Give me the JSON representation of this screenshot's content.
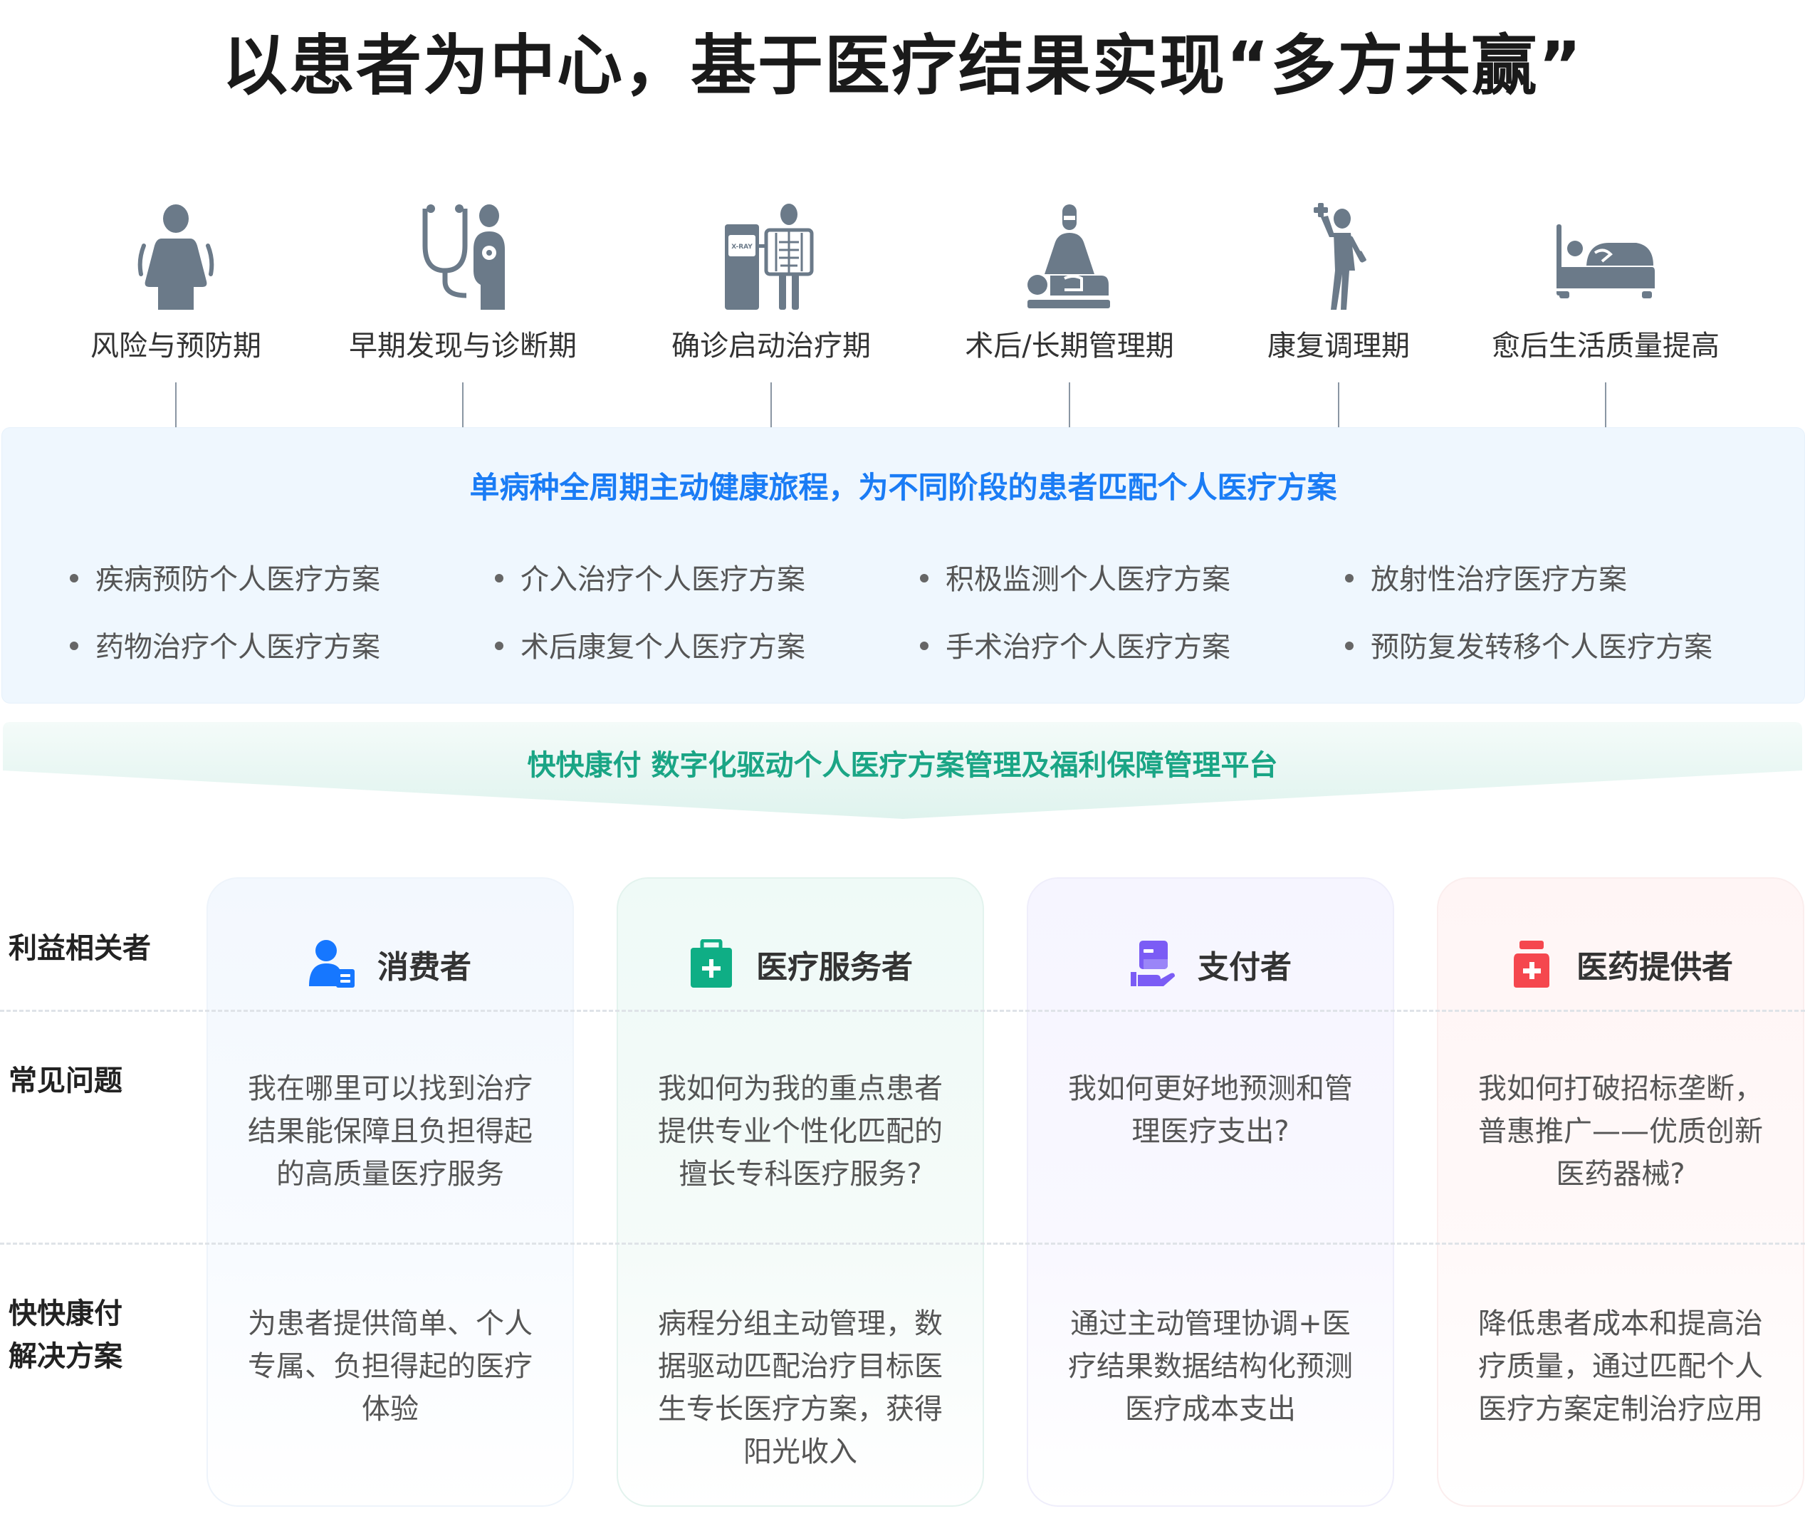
{
  "title": "以患者为中心，基于医疗结果实现“多方共赢”",
  "stages": [
    {
      "label": "风险与预防期",
      "icon": "person-icon"
    },
    {
      "label": "早期发现与诊断期",
      "icon": "stethoscope-icon"
    },
    {
      "label": "确诊启动治疗期",
      "icon": "xray-icon"
    },
    {
      "label": "术后/长期管理期",
      "icon": "doctor-patient-icon"
    },
    {
      "label": "康复调理期",
      "icon": "dumbbell-exercise-icon"
    },
    {
      "label": "愈后生活质量提高",
      "icon": "hospital-bed-icon"
    }
  ],
  "xray_text": "X-RAY",
  "journey": {
    "title": "单病种全周期主动健康旅程，为不同阶段的患者匹配个人医疗方案",
    "plans": [
      "疾病预防个人医疗方案",
      "介入治疗个人医疗方案",
      "积极监测个人医疗方案",
      "放射性治疗医疗方案",
      "药物治疗个人医疗方案",
      "术后康复个人医疗方案",
      "手术治疗个人医疗方案",
      "预防复发转移个人医疗方案"
    ]
  },
  "platform": {
    "title": "快快康付 数字化驱动个人医疗方案管理及福利保障管理平台"
  },
  "row_labels": {
    "stakeholders": "利益相关者",
    "questions": "常见问题",
    "solution_line1": "快快康付",
    "solution_line2": "解决方案"
  },
  "stakeholders": [
    {
      "name": "消费者",
      "icon": "consumer-icon",
      "color": "#1677ff",
      "question": "我在哪里可以找到治疗结果能保障且负担得起的高质量医疗服务",
      "solution": "为患者提供简单、个人专属、负担得起的医疗体验"
    },
    {
      "name": "医疗服务者",
      "icon": "medical-kit-icon",
      "color": "#0fae85",
      "question": "我如何为我的重点患者提供专业个性化匹配的擅长专科医疗服务?",
      "solution": "病程分组主动管理，数据驱动匹配治疗目标医生专长医疗方案，获得阳光收入"
    },
    {
      "name": "支付者",
      "icon": "payer-hand-icon",
      "color": "#7b5cf5",
      "question": "我如何更好地预测和管理医疗支出?",
      "solution": "通过主动管理协调+医疗结果数据结构化预测医疗成本支出"
    },
    {
      "name": "医药提供者",
      "icon": "medicine-bottle-icon",
      "color": "#f5474e",
      "question": "我如何打破招标垄断，普惠推广——优质创新医药器械?",
      "solution": "降低患者成本和提高治疗质量，通过匹配个人医疗方案定制治疗应用"
    }
  ]
}
